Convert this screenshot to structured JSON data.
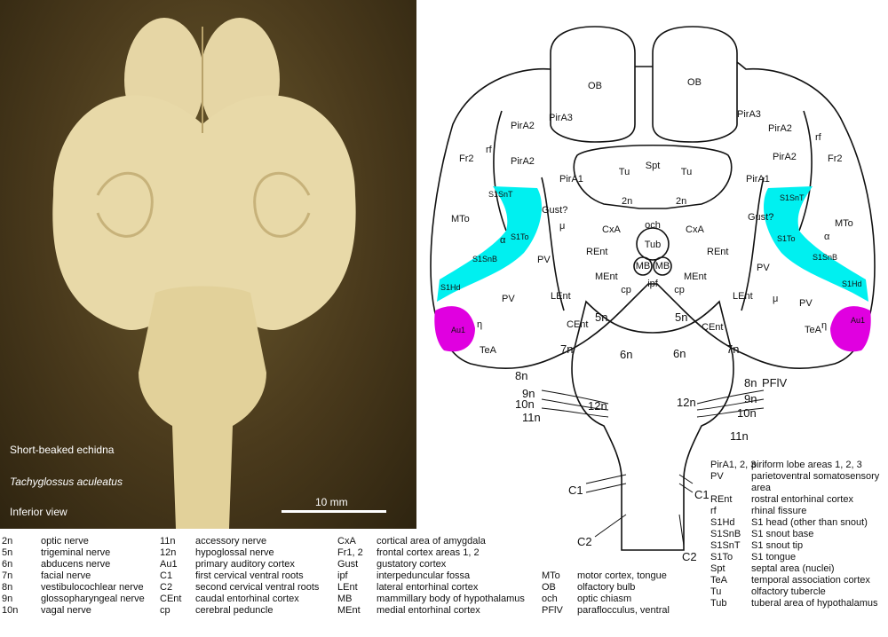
{
  "photo": {
    "caption_common": "Short-beaked echidna",
    "caption_species": "Tachyglossus aculeatus",
    "caption_view": "Inferior view",
    "scale_label": "10 mm"
  },
  "colors": {
    "somatosensory": "#00f0f0",
    "auditory": "#e000e0",
    "photo_tissue": "#e8d9a8"
  },
  "diagram_labels": {
    "ob": "OB",
    "pira3": "PirA3",
    "pira2": "PirA2",
    "pira1": "PirA1",
    "rf": "rf",
    "fr2": "Fr2",
    "mto": "MTo",
    "tu": "Tu",
    "spt": "Spt",
    "n2": "2n",
    "och": "och",
    "tub": "Tub",
    "cxa": "CxA",
    "mb": "MB",
    "ipf": "ipf",
    "cp": "cp",
    "gust": "Gust?",
    "s1snt": "S1SnT",
    "s1to": "S1To",
    "s1snb": "S1SnB",
    "s1hd": "S1Hd",
    "au1": "Au1",
    "tea": "TeA",
    "pv": "PV",
    "rent": "REnt",
    "ment": "MEnt",
    "lent": "LEnt",
    "cent": "CEnt",
    "alpha": "α",
    "mu": "μ",
    "eta": "η",
    "n5": "5n",
    "n6": "6n",
    "n7": "7n",
    "n8": "8n",
    "n9": "9n",
    "n10": "10n",
    "n11": "11n",
    "n12": "12n",
    "pfiv": "PFlV",
    "c1": "C1",
    "c2": "C2"
  },
  "legend_col1": [
    {
      "abbr": "2n",
      "desc": "optic nerve"
    },
    {
      "abbr": "5n",
      "desc": "trigeminal nerve"
    },
    {
      "abbr": "6n",
      "desc": "abducens nerve"
    },
    {
      "abbr": "7n",
      "desc": "facial nerve"
    },
    {
      "abbr": "8n",
      "desc": "vestibulocochlear nerve"
    },
    {
      "abbr": "9n",
      "desc": "glossopharyngeal nerve"
    },
    {
      "abbr": "10n",
      "desc": "vagal nerve"
    }
  ],
  "legend_col2": [
    {
      "abbr": "11n",
      "desc": "accessory nerve"
    },
    {
      "abbr": "12n",
      "desc": "hypoglossal nerve"
    },
    {
      "abbr": "Au1",
      "desc": "primary auditory cortex"
    },
    {
      "abbr": "C1",
      "desc": "first cervical ventral roots"
    },
    {
      "abbr": "C2",
      "desc": "second cervical ventral roots"
    },
    {
      "abbr": "CEnt",
      "desc": "caudal entorhinal cortex"
    },
    {
      "abbr": "cp",
      "desc": "cerebral peduncle"
    }
  ],
  "legend_col3": [
    {
      "abbr": "CxA",
      "desc": "cortical area of amygdala"
    },
    {
      "abbr": "Fr1, 2",
      "desc": "frontal cortex areas 1, 2"
    },
    {
      "abbr": "Gust",
      "desc": "gustatory cortex"
    },
    {
      "abbr": "ipf",
      "desc": "interpeduncular fossa"
    },
    {
      "abbr": "LEnt",
      "desc": "lateral entorhinal cortex"
    },
    {
      "abbr": "MB",
      "desc": "mammillary body of hypothalamus"
    },
    {
      "abbr": "MEnt",
      "desc": "medial entorhinal cortex"
    }
  ],
  "legend_col4": [
    {
      "abbr": "MTo",
      "desc": "motor cortex, tongue"
    },
    {
      "abbr": "OB",
      "desc": "olfactory bulb"
    },
    {
      "abbr": "och",
      "desc": "optic chiasm"
    },
    {
      "abbr": "PFlV",
      "desc": "paraflocculus, ventral"
    }
  ],
  "legend_col5": [
    {
      "abbr": "PirA1, 2, 3",
      "desc": "piriform lobe areas 1, 2, 3"
    },
    {
      "abbr": "PV",
      "desc": "parietoventral somatosensory"
    },
    {
      "abbr": "",
      "desc": "area"
    },
    {
      "abbr": "REnt",
      "desc": "rostral entorhinal cortex"
    },
    {
      "abbr": "rf",
      "desc": "rhinal fissure"
    },
    {
      "abbr": "S1Hd",
      "desc": "S1 head (other than snout)"
    },
    {
      "abbr": "S1SnB",
      "desc": "S1 snout base"
    },
    {
      "abbr": "S1SnT",
      "desc": "S1 snout tip"
    },
    {
      "abbr": "S1To",
      "desc": "S1 tongue"
    },
    {
      "abbr": "Spt",
      "desc": "septal area (nuclei)"
    },
    {
      "abbr": "TeA",
      "desc": "temporal association cortex"
    },
    {
      "abbr": "Tu",
      "desc": "olfactory tubercle"
    },
    {
      "abbr": "Tub",
      "desc": "tuberal area of hypothalamus"
    }
  ]
}
